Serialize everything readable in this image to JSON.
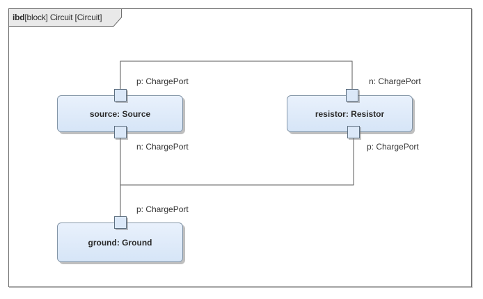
{
  "tab": {
    "keyword": "ibd",
    "title": "[block] Circuit [Circuit]"
  },
  "blocks": {
    "source": {
      "label": "source: Source"
    },
    "resistor": {
      "label": "resistor: Resistor"
    },
    "ground": {
      "label": "ground: Ground"
    }
  },
  "ports": {
    "source_top": "p: ChargePort",
    "source_bottom": "n: ChargePort",
    "resistor_top": "n: ChargePort",
    "resistor_bottom": "p: ChargePort",
    "ground_top": "p: ChargePort"
  },
  "colors": {
    "block_fill_top": "#e9f1fc",
    "block_fill_bottom": "#d6e5f7",
    "block_border": "#8395a7",
    "port_fill": "#dbe8f8",
    "port_border": "#5d6f81",
    "connector": "#5a5a5a",
    "frame_border": "#6e6e6e",
    "tab_fill": "#e9e9e9",
    "text": "#303030"
  }
}
